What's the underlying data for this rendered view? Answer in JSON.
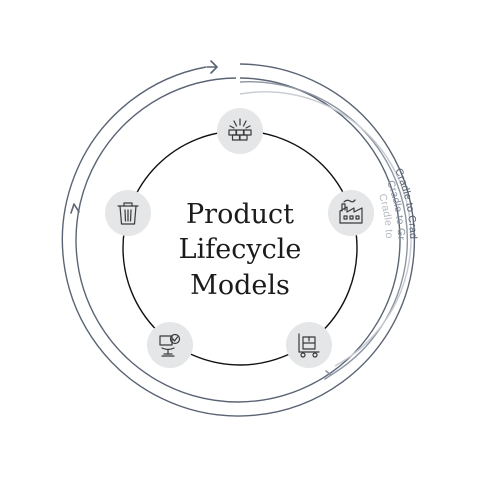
{
  "title_lines": [
    "Product",
    "Lifecycle",
    "Models"
  ],
  "arc_labels": {
    "cradle_to_cradle": "Cradle to Cradle",
    "cradle_to_grave": "Cradle to Grave",
    "cradle_to_gate": "Cradle to Gate"
  },
  "stages": [
    {
      "icon": "raw-materials-icon"
    },
    {
      "icon": "factory-icon"
    },
    {
      "icon": "distribution-cart-icon"
    },
    {
      "icon": "office-use-icon"
    },
    {
      "icon": "trash-can-icon"
    }
  ],
  "colors": {
    "cradle_to_cradle": "#5b6474",
    "cradle_to_grave": "#8d95a3",
    "cradle_to_gate": "#c6cad1",
    "icon_circle": "#e4e6e7",
    "main_circle": "#111111"
  }
}
